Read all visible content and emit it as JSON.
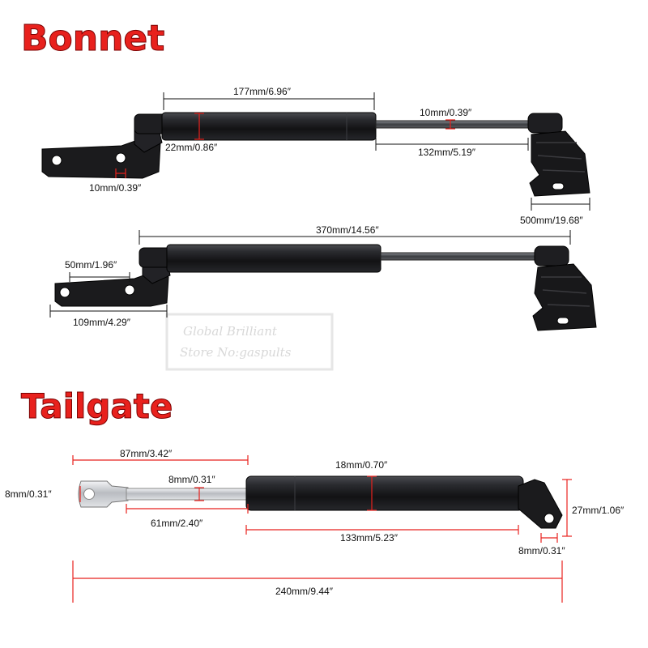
{
  "headings": {
    "bonnet": "Bonnet",
    "tailgate": "Tailgate"
  },
  "watermark": {
    "line1": "Global Brilliant",
    "line2": "Store No:gaspults"
  },
  "colors": {
    "heading": "#e8211d",
    "marker": "#e8211d",
    "strut": "#1c1c1e",
    "rod": "#55585c",
    "chrome": "#c9ccd0"
  },
  "bonnet_strut_1": {
    "body_length": "177mm/6.96″",
    "rod_diameter": "10mm/0.39″",
    "body_diameter": "22mm/0.86″",
    "rod_length": "132mm/5.19″",
    "hole_diameter": "10mm/0.39″",
    "bracket_span": "500mm/19.68″"
  },
  "bonnet_strut_2": {
    "total_length": "370mm/14.56″",
    "hole_spacing": "50mm/1.96″",
    "bracket_length": "109mm/4.29″"
  },
  "tailgate_strut": {
    "rod_end_length": "87mm/3.42″",
    "eye_diameter": "8mm/0.31″",
    "rod_diameter": "8mm/0.31″",
    "body_diameter": "18mm/0.70″",
    "end_fitting_height": "27mm/1.06″",
    "rod_length": "61mm/2.40″",
    "body_length": "133mm/5.23″",
    "end_eye_diameter": "8mm/0.31″",
    "total_length": "240mm/9.44″"
  }
}
